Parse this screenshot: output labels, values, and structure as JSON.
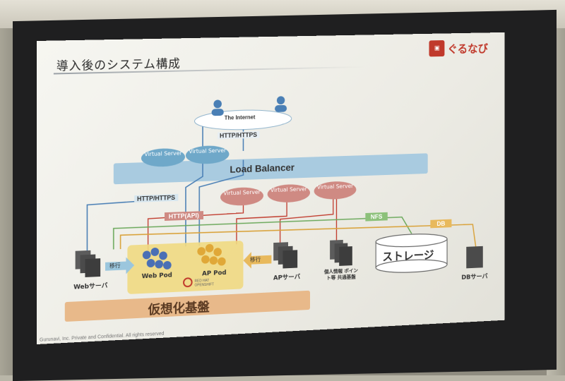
{
  "slide": {
    "title": "導入後のシステム構成",
    "logo_text": "ぐるなび",
    "footer": "Gurunavi, Inc. Private and Confidential. All rights reserved"
  },
  "internet": {
    "label": "The Internet"
  },
  "protocols": {
    "top": "HTTP/HTTPS",
    "lb_out": "HTTP/HTTPS",
    "api": "HTTP(API)",
    "nfs": "NFS",
    "db": "DB"
  },
  "load_balancer": {
    "label": "Load Balancer"
  },
  "virtual_servers": [
    {
      "label": "Virtual Server"
    },
    {
      "label": "Virtual Server"
    },
    {
      "label": "Virtual Server"
    },
    {
      "label": "Virtual Server"
    },
    {
      "label": "Virtual Server"
    }
  ],
  "nodes": {
    "web_server": "Webサーバ",
    "web_pod": "Web Pod",
    "ap_pod": "AP Pod",
    "ap_server": "APサーバ",
    "personal_info": "個人情報 ポイント等 共通基盤",
    "storage": "ストレージ",
    "db_server": "DBサーバ",
    "openshift": "RED HAT OPENSHIFT",
    "migrate_left": "移行",
    "migrate_right": "移行",
    "virtualization": "仮想化基盤"
  },
  "colors": {
    "lb_bar": "#a9cbe0",
    "vs_blue": "#6fa8c9",
    "vs_red": "#cf8a83",
    "pod_area": "#f0d982",
    "virtualization_bar": "#e8b98a",
    "nfs": "#8cc17a",
    "db": "#e8b95c",
    "api": "#cf8a83"
  }
}
